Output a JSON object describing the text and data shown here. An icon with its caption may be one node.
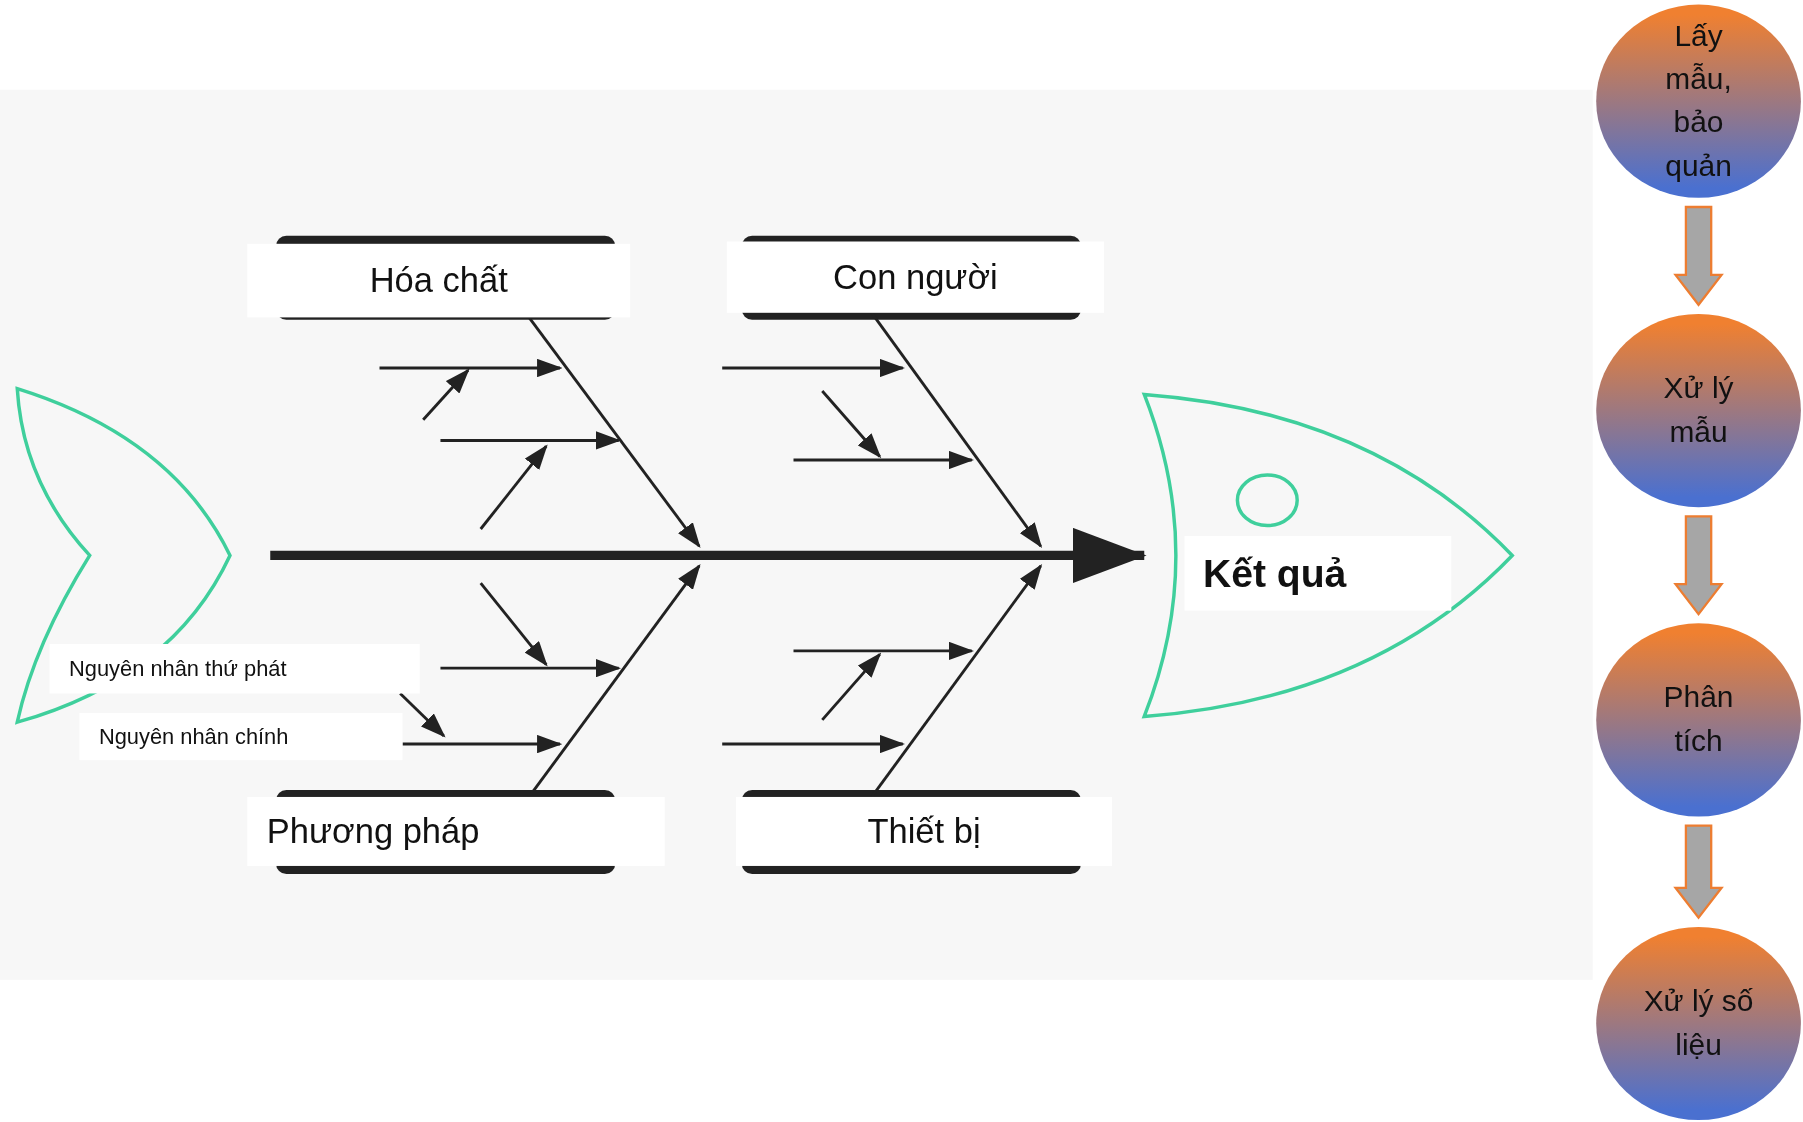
{
  "diagram": {
    "nodes": [
      {
        "text": [
          "Hóa chất"
        ]
      },
      {
        "text": [
          "Con người"
        ]
      },
      {
        "text": [
          "Phương pháp"
        ]
      },
      {
        "text": [
          "Thiết bị"
        ]
      },
      {
        "text": [
          "Kết quả"
        ]
      },
      {
        "text": [
          "Nguyên nhân thứ phát"
        ]
      },
      {
        "text": [
          "Nguyên nhân chính"
        ]
      },
      {
        "text": [
          "Lấy mẫu, bảo quản"
        ]
      },
      {
        "text": [
          "Xử lý mẫu"
        ]
      },
      {
        "text": [
          "Phân tích"
        ]
      },
      {
        "text": [
          "Xử lý số liệu"
        ]
      }
    ],
    "edges": [
      {
        "from": null,
        "to": 4,
        "arrow": "to",
        "style": "thick"
      },
      {
        "from": 0,
        "to": null,
        "arrow": "to"
      },
      {
        "from": 1,
        "to": null,
        "arrow": "to"
      },
      {
        "from": 2,
        "to": null,
        "arrow": "to"
      },
      {
        "from": 3,
        "to": null,
        "arrow": "to"
      },
      {
        "from": 5,
        "to": 6,
        "arrow": "to"
      },
      {
        "from": 6,
        "to": 2,
        "arrow": "to"
      },
      {
        "from": 7,
        "to": 8,
        "arrow": "to",
        "color": "#a6a6a6"
      },
      {
        "from": 8,
        "to": 9,
        "arrow": "to",
        "color": "#a6a6a6"
      },
      {
        "from": 9,
        "to": 10,
        "arrow": "to",
        "color": "#a6a6a6"
      }
    ]
  }
}
